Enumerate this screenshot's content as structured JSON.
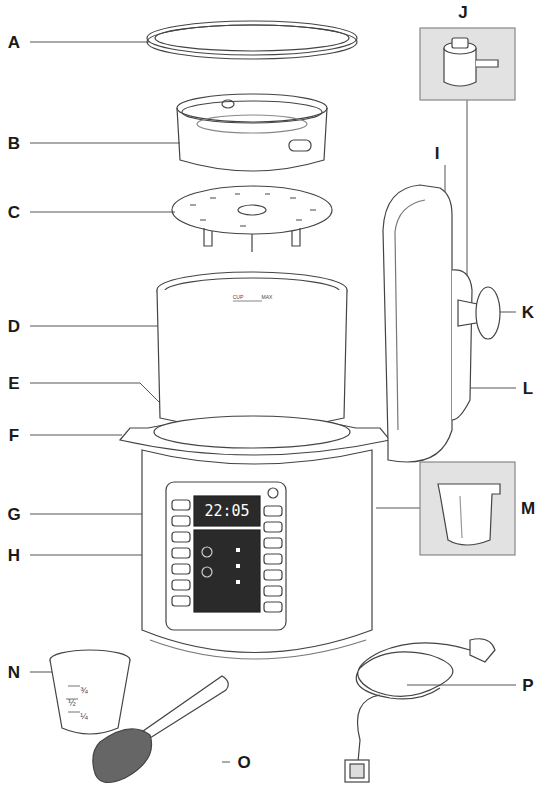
{
  "diagram": {
    "labels": [
      "J",
      "A",
      "B",
      "I",
      "C",
      "K",
      "CUP",
      "MAX",
      "D",
      "E",
      "L",
      "F",
      "22:05",
      "G",
      "M",
      "H",
      "N",
      "¾",
      "½",
      "¼",
      "P",
      "O"
    ]
  }
}
